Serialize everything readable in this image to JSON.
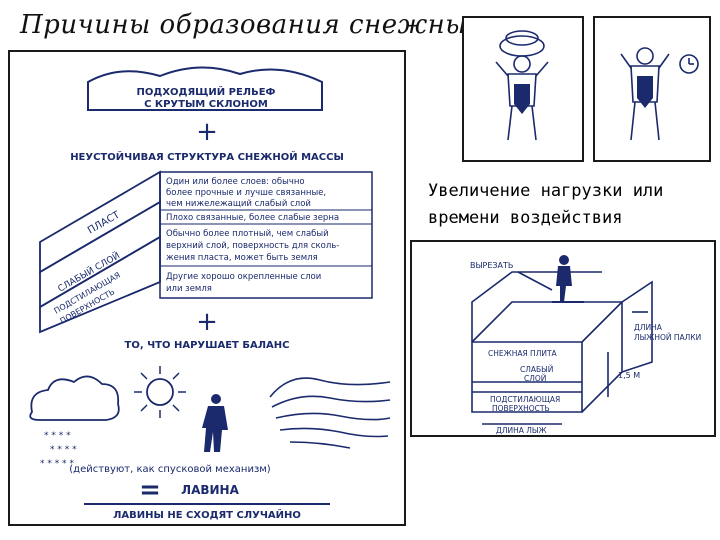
{
  "title": "Причины образования снежных плит",
  "caption": "Увеличение нагрузки или времени воздействия",
  "poster": {
    "header_line1": "ПОДХОДЯЩИЙ РЕЛЬЕФ",
    "header_line2": "С КРУТЫМ СКЛОНОМ",
    "plus": "+",
    "unstable": "НЕУСТОЙЧИВАЯ СТРУКТУРА СНЕЖНОЙ МАССЫ",
    "layer_plast": "ПЛАСТ",
    "layer_weak": "СЛАБЫЙ СЛОЙ",
    "layer_surface_1": "ПОДСТИЛАЮЩАЯ",
    "layer_surface_2": "ПОВЕРХНОСТЬ",
    "desc1_l1": "Один или более слоев: обычно",
    "desc1_l2": "более прочные и лучше связанные,",
    "desc1_l3": "чем нижележащий слабый слой",
    "desc2": "Плохо связанные, более слабые зерна",
    "desc3_l1": "Обычно более плотный, чем слабый",
    "desc3_l2": "верхний слой, поверхность для сколь-",
    "desc3_l3": "жения пласта, может быть земля",
    "desc4_l1": "Другие хорошо окрепленные слои",
    "desc4_l2": "или земля",
    "balance": "ТО, ЧТО НАРУШАЕТ БАЛАНС",
    "trigger": "(действуют, как спусковой механизм)",
    "equals": "=",
    "avalanche": "ЛАВИНА",
    "not_random": "ЛАВИНЫ НЕ СХОДЯТ СЛУЧАЙНО"
  },
  "slab_diagram": {
    "cut": "ВЫРЕЗАТЬ",
    "ski_pole_1": "ДЛИНА",
    "ski_pole_2": "ЛЫЖНОЙ ПАЛКИ",
    "snow_slab": "СНЕЖНАЯ ПЛИТА",
    "weak_1": "СЛАБЫЙ",
    "weak_2": "СЛОЙ",
    "height": "1,5 М",
    "surface_1": "ПОДСТИЛАЮЩАЯ",
    "surface_2": "ПОВЕРХНОСТЬ",
    "ski_length": "ДЛИНА ЛЫЖ"
  },
  "colors": {
    "ink": "#1a2a6c",
    "frame": "#1a1a1a",
    "background": "#ffffff"
  }
}
